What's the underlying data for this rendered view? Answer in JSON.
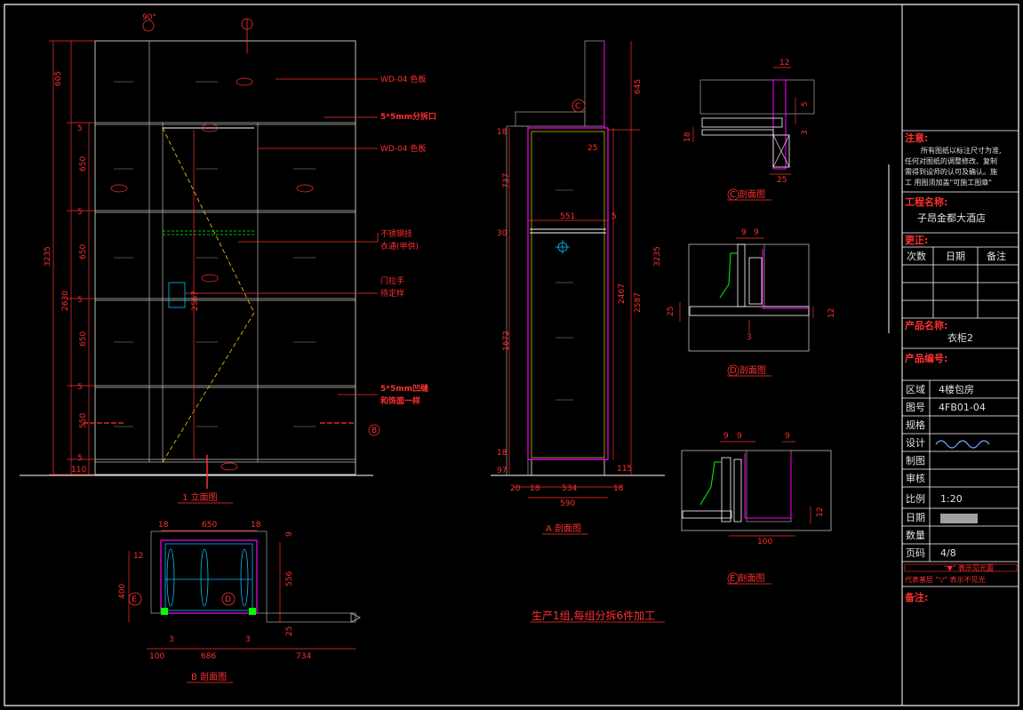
{
  "title_block": {
    "notes_label": "注意:",
    "notes_text": [
      "所有图纸以标注尺寸为准,",
      "任何对图纸的调整修改、复制",
      "需得到设师的认可及确认。施",
      "工 用图须加盖\"可施工图章\""
    ],
    "project_label": "工程名称:",
    "project_name": "子昂金都大酒店",
    "revision_label": "更正:",
    "rev_headers": [
      "次数",
      "日期",
      "备注"
    ],
    "product_label": "产品名称:",
    "product_name": "衣柜2",
    "product_no_label": "产品编号:",
    "rows": [
      {
        "k": "区域",
        "v": "4楼包房"
      },
      {
        "k": "图号",
        "v": "4FB01-04"
      },
      {
        "k": "规格",
        "v": ""
      },
      {
        "k": "设计",
        "v": ""
      },
      {
        "k": "制图",
        "v": ""
      },
      {
        "k": "审核",
        "v": ""
      },
      {
        "k": "比例",
        "v": "1:20"
      },
      {
        "k": "日期",
        "v": ""
      },
      {
        "k": "数量",
        "v": ""
      },
      {
        "k": "页码",
        "v": "4/8"
      }
    ],
    "legend_1": "\"▼\" 表示见光面",
    "legend_2": "代表基层 \"▽\" 表示不见光",
    "remarks_label": "备注:"
  },
  "views": {
    "elevation_title": "1 立面图",
    "section_a_title": "A 剖面图",
    "section_b_title": "B 剖面图",
    "section_c_title": "C 剖面图",
    "section_d_title": "D 剖面图",
    "section_e_title": "E 剖面图"
  },
  "callouts": {
    "wd04_a": "WD-04 色板",
    "split_5x5": "5*5mm分拆口",
    "wd04_b": "WD-04 色板",
    "rail_1": "不锈钢挂",
    "rail_2": "衣通(甲供)",
    "handle_1": "门拉手",
    "handle_2": "待定样",
    "groove_1": "5*5mm凹缝",
    "groove_2": "和饰面一样",
    "production_note": "生产1组,每组分拆6件加工"
  },
  "dims": {
    "elev_left": [
      "605",
      "5",
      "650",
      "5",
      "650",
      "5",
      "650",
      "5",
      "550",
      "5",
      "110"
    ],
    "elev_total": "3235",
    "elev_sub": "2630",
    "elev_inner": "2567",
    "sec_a_top": "645",
    "sec_a_total": "3235",
    "sec_a_2467": "2467",
    "sec_a_2567": "2587",
    "sec_a_737": "737",
    "sec_a_1672": "1672",
    "sec_a_18": "18",
    "sec_a_30": "30",
    "sec_a_551": "551",
    "sec_a_25": "25",
    "sec_a_5": "5",
    "sec_a_115": "115",
    "sec_a_97": "97",
    "sec_a_bottom": [
      "20",
      "18",
      "534",
      "18"
    ],
    "sec_a_590": "590",
    "sec_b_top": [
      "18",
      "650",
      "18"
    ],
    "sec_b_12": "12",
    "sec_b_400": "400",
    "sec_b_556": "556",
    "sec_b_9": "9",
    "sec_b_25": "25",
    "sec_b_bottom": [
      "100",
      "686",
      "734"
    ],
    "sec_b_3": "3",
    "sec_c": [
      "12",
      "5",
      "3",
      "18",
      "25"
    ],
    "sec_d": [
      "9",
      "9",
      "25",
      "12",
      "3"
    ],
    "sec_e": [
      "9",
      "9",
      "9",
      "12",
      "100"
    ]
  },
  "markers": {
    "e": "E",
    "d": "D",
    "c": "C",
    "b": "B",
    "a": "A"
  }
}
